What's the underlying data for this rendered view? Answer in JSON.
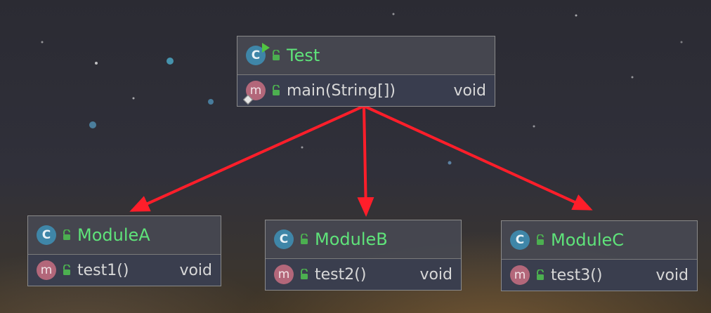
{
  "colors": {
    "class_name": "#5fe37a",
    "class_icon": "#3f86a8",
    "method_icon": "#b3677a",
    "access_lock": "#4caf50",
    "arrow": "#ff1e2a"
  },
  "classes": {
    "test": {
      "icon_letter": "C",
      "name": "Test",
      "method": {
        "icon_letter": "m",
        "signature": "main(String[])",
        "return_type": "void"
      }
    },
    "module_a": {
      "icon_letter": "C",
      "name": "ModuleA",
      "method": {
        "icon_letter": "m",
        "signature": "test1()",
        "return_type": "void"
      }
    },
    "module_b": {
      "icon_letter": "C",
      "name": "ModuleB",
      "method": {
        "icon_letter": "m",
        "signature": "test2()",
        "return_type": "void"
      }
    },
    "module_c": {
      "icon_letter": "C",
      "name": "ModuleC",
      "method": {
        "icon_letter": "m",
        "signature": "test3()",
        "return_type": "void"
      }
    }
  },
  "edges": [
    {
      "from": "Test",
      "to": "ModuleA"
    },
    {
      "from": "Test",
      "to": "ModuleB"
    },
    {
      "from": "Test",
      "to": "ModuleC"
    }
  ]
}
